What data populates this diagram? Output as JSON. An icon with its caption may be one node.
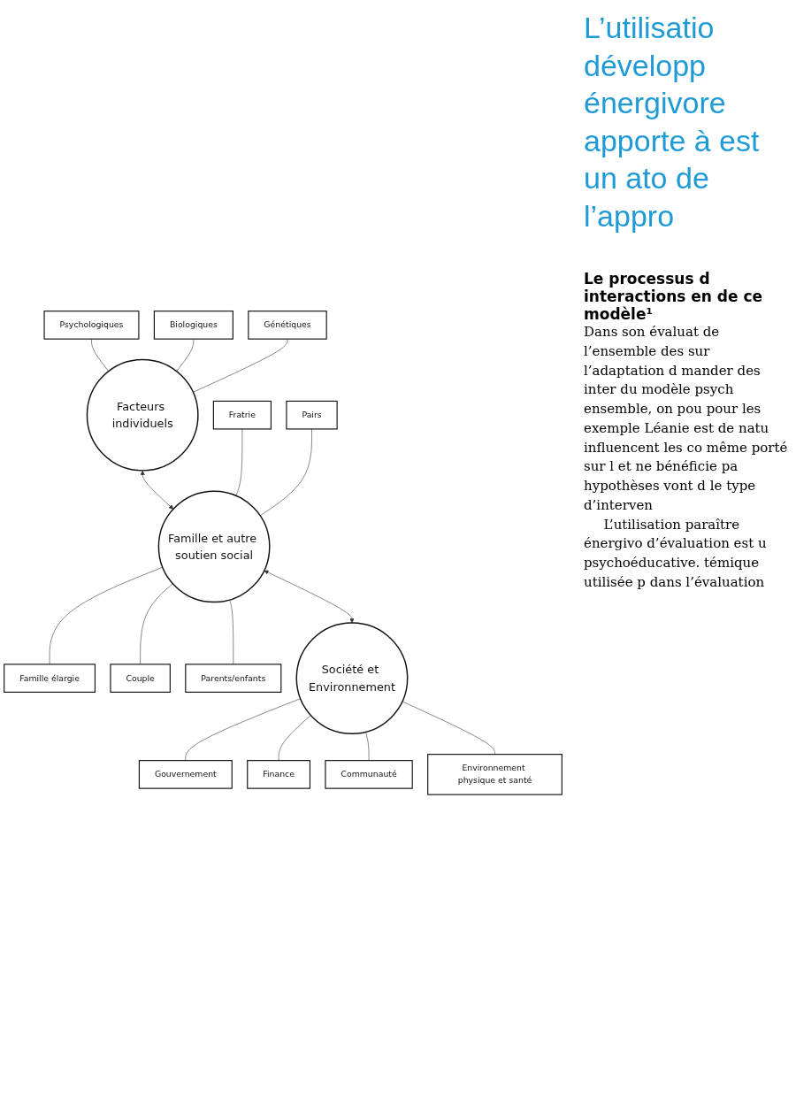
{
  "diagram": {
    "nodes": [
      {
        "text": [
          "Psychologiques"
        ]
      },
      {
        "text": [
          "Biologiques"
        ]
      },
      {
        "text": [
          "Génétiques"
        ]
      },
      {
        "text": [
          "Facteurs individuels"
        ]
      },
      {
        "text": [
          "Fratrie"
        ]
      },
      {
        "text": [
          "Pairs"
        ]
      },
      {
        "text": [
          "Famille et autre soutien social"
        ]
      },
      {
        "text": [
          "Famille élargie"
        ]
      },
      {
        "text": [
          "Couple"
        ]
      },
      {
        "text": [
          "Parents/enfants"
        ]
      },
      {
        "text": [
          "Société et Environnement"
        ]
      },
      {
        "text": [
          "Gouvernement"
        ]
      },
      {
        "text": [
          "Finance"
        ]
      },
      {
        "text": [
          "Communauté"
        ]
      },
      {
        "text": [
          "Environnement physique et santé"
        ]
      }
    ],
    "edges": [
      {
        "from": 0,
        "to": 3,
        "arrow": "none"
      },
      {
        "from": 1,
        "to": 3,
        "arrow": "none"
      },
      {
        "from": 2,
        "to": 3,
        "arrow": "none"
      },
      {
        "from": 3,
        "to": 6,
        "arrow": "both"
      },
      {
        "from": 4,
        "to": 6,
        "arrow": "none"
      },
      {
        "from": 5,
        "to": 6,
        "arrow": "none"
      },
      {
        "from": 6,
        "to": 7,
        "arrow": "none"
      },
      {
        "from": 6,
        "to": 8,
        "arrow": "none"
      },
      {
        "from": 6,
        "to": 9,
        "arrow": "none"
      },
      {
        "from": 6,
        "to": 10,
        "arrow": "both"
      },
      {
        "from": 10,
        "to": 11,
        "arrow": "none"
      },
      {
        "from": 10,
        "to": 12,
        "arrow": "none"
      },
      {
        "from": 10,
        "to": 13,
        "arrow": "none"
      },
      {
        "from": 10,
        "to": 14,
        "arrow": "none"
      }
    ],
    "labels": [
      "L’utilisatio développ énergivore apporte à est un ato de l’appro",
      "Le processus d interactions en de ce modèle¹",
      "Dans son évaluat de l’ensemble des sur l’adaptation d mander des inter du modèle psych ensemble, on pou pour les exemple Léanie est de natu influencent les co même porté sur l et ne bénéficie pa hypothèses vont d le type d’interven",
      "L’utilisation paraître énergivo d’évaluation est u psychoéducative. témique utilisée p dans l’évaluation"
    ]
  }
}
